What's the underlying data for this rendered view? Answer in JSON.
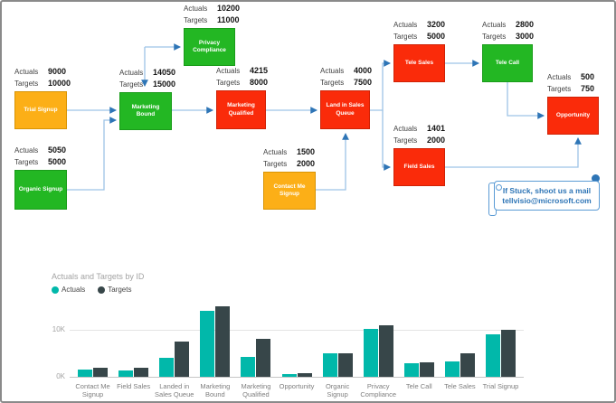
{
  "labels": {
    "actuals": "Actuals",
    "targets": "Targets"
  },
  "colors": {
    "green": "#23b723",
    "orange": "#fcaf17",
    "red": "#fa2b0a",
    "connector_line": "#9dc3e6",
    "connector_arrow": "#2e75b6",
    "note_border": "#5b9bd5",
    "note_text": "#2e75b6"
  },
  "diagram": {
    "nodes": [
      {
        "id": "trial-signup",
        "label": "Trial Signup",
        "status": "orange",
        "actuals": "9000",
        "targets": "10000"
      },
      {
        "id": "organic-signup",
        "label": "Organic Signup",
        "status": "green",
        "actuals": "5050",
        "targets": "5000"
      },
      {
        "id": "marketing-bound",
        "label": "Marketing Bound",
        "status": "green",
        "actuals": "14050",
        "targets": "15000"
      },
      {
        "id": "privacy-compliance",
        "label": "Privacy Compliance",
        "status": "green",
        "actuals": "10200",
        "targets": "11000"
      },
      {
        "id": "marketing-qualified",
        "label": "Marketing Qualified",
        "status": "red",
        "actuals": "4215",
        "targets": "8000"
      },
      {
        "id": "land-in-sales-queue",
        "label": "Land in Sales Queue",
        "status": "red",
        "actuals": "4000",
        "targets": "7500"
      },
      {
        "id": "contact-me-signup",
        "label": "Contact Me Signup",
        "status": "orange",
        "actuals": "1500",
        "targets": "2000"
      },
      {
        "id": "tele-sales",
        "label": "Tele Sales",
        "status": "red",
        "actuals": "3200",
        "targets": "5000"
      },
      {
        "id": "tele-call",
        "label": "Tele Call",
        "status": "green",
        "actuals": "2800",
        "targets": "3000"
      },
      {
        "id": "field-sales",
        "label": "Field Sales",
        "status": "red",
        "actuals": "1401",
        "targets": "2000"
      },
      {
        "id": "opportunity",
        "label": "Opportunity",
        "status": "red",
        "actuals": "500",
        "targets": "750"
      }
    ],
    "note": {
      "line1": "If Stuck, shoot us a mail",
      "line2": "tellvisio@microsoft.com"
    }
  },
  "chart_data": {
    "type": "bar",
    "title": "Actuals and Targets by ID",
    "categories": [
      "Contact Me Signup",
      "Field Sales",
      "Landed in Sales Queue",
      "Marketing Bound",
      "Marketing Qualified",
      "Opportunity",
      "Organic Signup",
      "Privacy Compliance",
      "Tele Call",
      "Tele Sales",
      "Trial Signup"
    ],
    "series": [
      {
        "name": "Actuals",
        "color": "#01b8aa",
        "values": [
          1500,
          1401,
          4000,
          14050,
          4215,
          500,
          5050,
          10200,
          2800,
          3200,
          9000
        ]
      },
      {
        "name": "Targets",
        "color": "#374649",
        "values": [
          2000,
          2000,
          7500,
          15000,
          8000,
          750,
          5000,
          11000,
          3000,
          5000,
          10000
        ]
      }
    ],
    "ylim": [
      0,
      15000
    ],
    "yticks": [
      {
        "value": 0,
        "label": "0K"
      },
      {
        "value": 10000,
        "label": "10K"
      }
    ],
    "legend_position": "top-left",
    "grid": "horizontal"
  }
}
